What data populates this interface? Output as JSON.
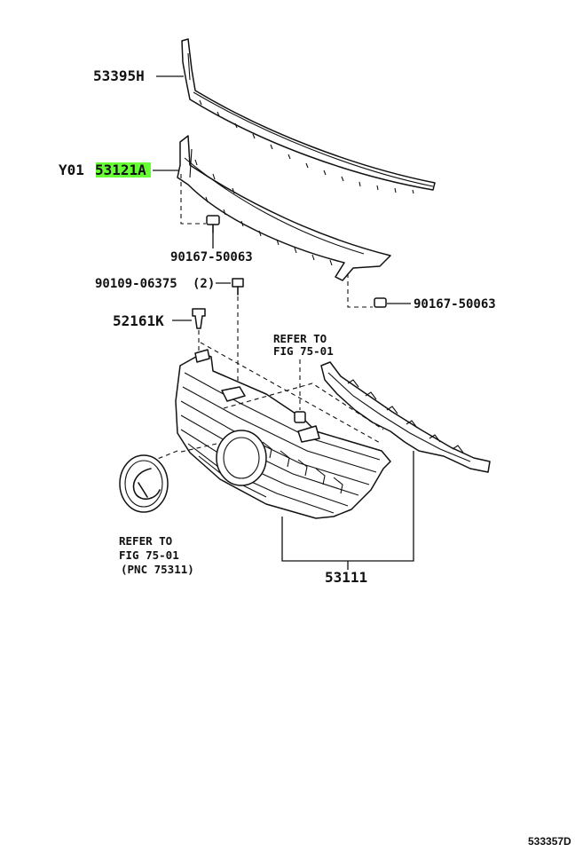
{
  "labels": {
    "molding_upper": "53395H",
    "molding_lower_prefix": "Y01",
    "molding_lower_code": "53121A",
    "clip_upper": "90167-50063",
    "screw": "90109-06375",
    "screw_qty": "(2)",
    "clip_right": "90167-50063",
    "retainer": "52161K",
    "refer_a_line1": "REFER TO",
    "refer_a_line2": "FIG 75-01",
    "refer_b_line1": "REFER TO",
    "refer_b_line2": "FIG 75-01",
    "refer_b_line3": "(PNC 75311)",
    "grille_assy": "53111",
    "drawing_no": "533357D"
  },
  "highlight_color": "#66ff33",
  "line_color": "#111111"
}
